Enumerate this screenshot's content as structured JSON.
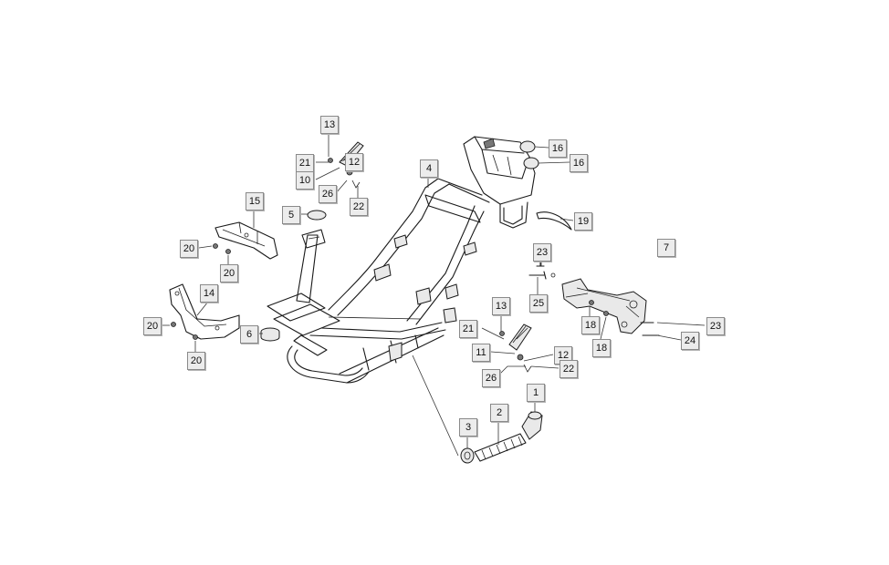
{
  "callouts": [
    {
      "name": "callout-13-top",
      "text": "13"
    },
    {
      "name": "callout-21-top",
      "text": "21"
    },
    {
      "name": "callout-10",
      "text": "10"
    },
    {
      "name": "callout-12-top",
      "text": "12"
    },
    {
      "name": "callout-26-top",
      "text": "26"
    },
    {
      "name": "callout-22-top",
      "text": "22"
    },
    {
      "name": "callout-4",
      "text": "4"
    },
    {
      "name": "callout-16-a",
      "text": "16"
    },
    {
      "name": "callout-16-b",
      "text": "16"
    },
    {
      "name": "callout-15",
      "text": "15"
    },
    {
      "name": "callout-5",
      "text": "5"
    },
    {
      "name": "callout-19",
      "text": "19"
    },
    {
      "name": "callout-20-a",
      "text": "20"
    },
    {
      "name": "callout-20-b",
      "text": "20"
    },
    {
      "name": "callout-7",
      "text": "7"
    },
    {
      "name": "callout-23-a",
      "text": "23"
    },
    {
      "name": "callout-14",
      "text": "14"
    },
    {
      "name": "callout-25",
      "text": "25"
    },
    {
      "name": "callout-13-bottom",
      "text": "13"
    },
    {
      "name": "callout-20-c",
      "text": "20"
    },
    {
      "name": "callout-6",
      "text": "6"
    },
    {
      "name": "callout-21-bottom",
      "text": "21"
    },
    {
      "name": "callout-18-a",
      "text": "18"
    },
    {
      "name": "callout-23-b",
      "text": "23"
    },
    {
      "name": "callout-18-b",
      "text": "18"
    },
    {
      "name": "callout-24",
      "text": "24"
    },
    {
      "name": "callout-20-d",
      "text": "20"
    },
    {
      "name": "callout-11",
      "text": "11"
    },
    {
      "name": "callout-12-bottom",
      "text": "12"
    },
    {
      "name": "callout-22-bottom",
      "text": "22"
    },
    {
      "name": "callout-26-bottom",
      "text": "26"
    },
    {
      "name": "callout-1",
      "text": "1"
    },
    {
      "name": "callout-3",
      "text": "3"
    },
    {
      "name": "callout-2",
      "text": "2"
    }
  ]
}
